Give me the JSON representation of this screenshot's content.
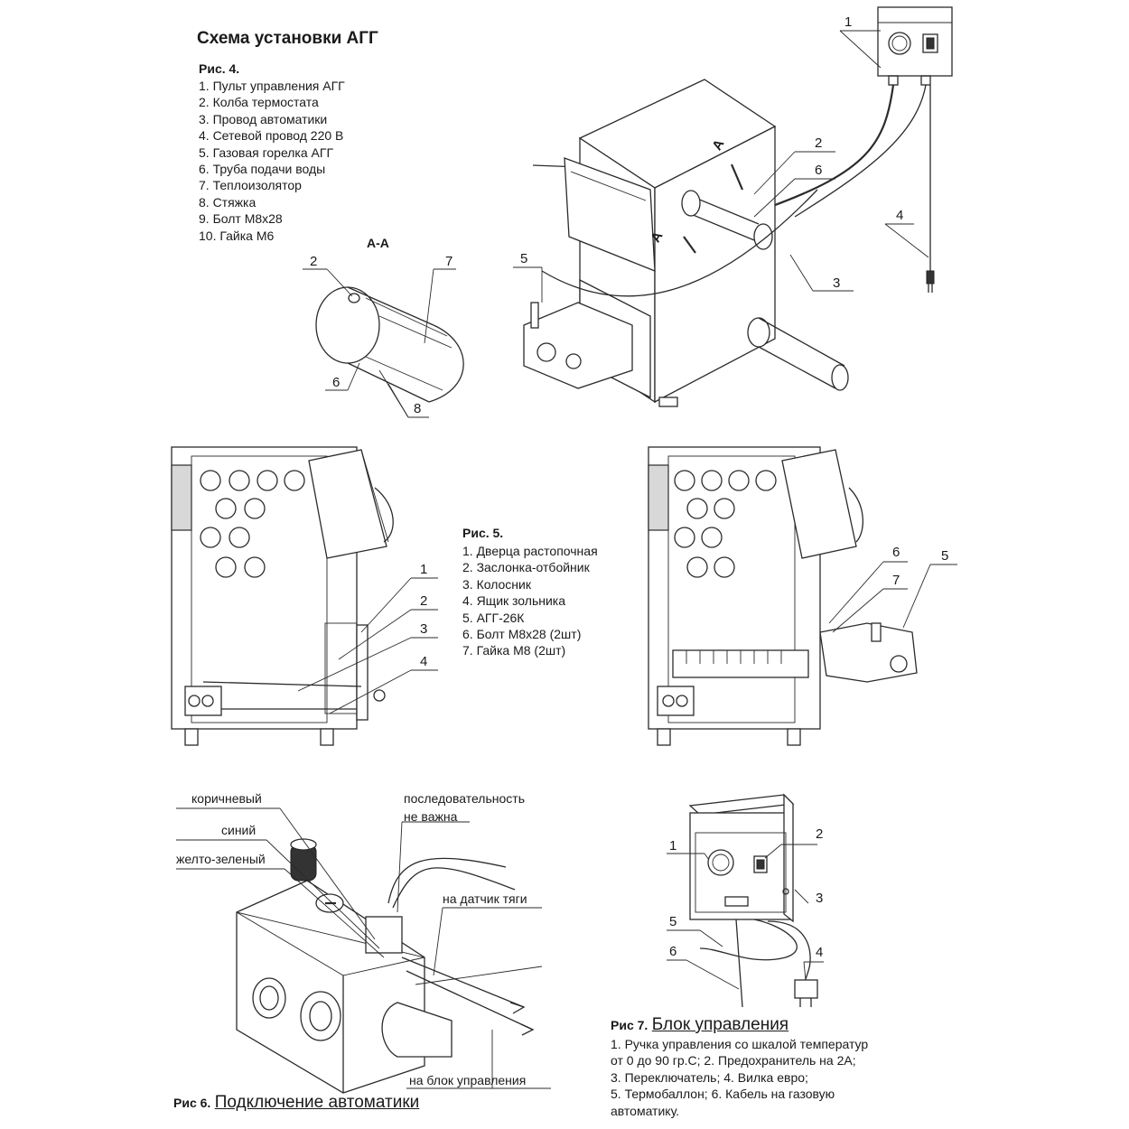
{
  "title": "Схема установки АГГ",
  "fig4": {
    "heading": "Рис. 4.",
    "items": [
      "1. Пульт управления АГГ",
      "2. Колба термостата",
      "3. Провод автоматики",
      "4. Сетевой провод 220 В",
      "5. Газовая горелка АГГ",
      "6. Труба подачи воды",
      "7. Теплоизолятор",
      "8. Стяжка",
      "9. Болт М8х28",
      "10. Гайка М6"
    ],
    "section_label": "А-А",
    "section_marks": [
      "А",
      "А"
    ],
    "callouts": [
      "1",
      "2",
      "3",
      "4",
      "5",
      "6"
    ],
    "section_callouts": [
      "2",
      "7",
      "6",
      "8"
    ]
  },
  "fig5": {
    "heading": "Рис. 5.",
    "items": [
      "1. Дверца растопочная",
      "2. Заслонка-отбойник",
      "3. Колосник",
      "4. Ящик зольника",
      "5. АГГ-26К",
      "6. Болт М8х28 (2шт)",
      "7. Гайка М8 (2шт)"
    ],
    "left_callouts": [
      "1",
      "2",
      "3",
      "4"
    ],
    "right_callouts": [
      "6",
      "7",
      "5"
    ]
  },
  "fig6": {
    "prefix": "Рис 6.",
    "title": "Подключение автоматики",
    "labels": {
      "brown": "коричневый",
      "blue": "синий",
      "yellow_green": "желто-зеленый",
      "order_line1": "последовательность",
      "order_line2": "не важна",
      "draft_sensor": "на датчик тяги",
      "control_unit": "на блок управления"
    }
  },
  "fig7": {
    "prefix": "Рис 7.",
    "title": "Блок управления",
    "description": [
      "1. Ручка управления со шкалой температур",
      "от 0 до 90 гр.С; 2. Предохранитель на 2А;",
      "3. Переключатель; 4. Вилка евро;",
      "5. Термобаллон; 6. Кабель на газовую",
      "автоматику."
    ],
    "callouts": [
      "1",
      "2",
      "3",
      "4",
      "5",
      "6"
    ]
  }
}
